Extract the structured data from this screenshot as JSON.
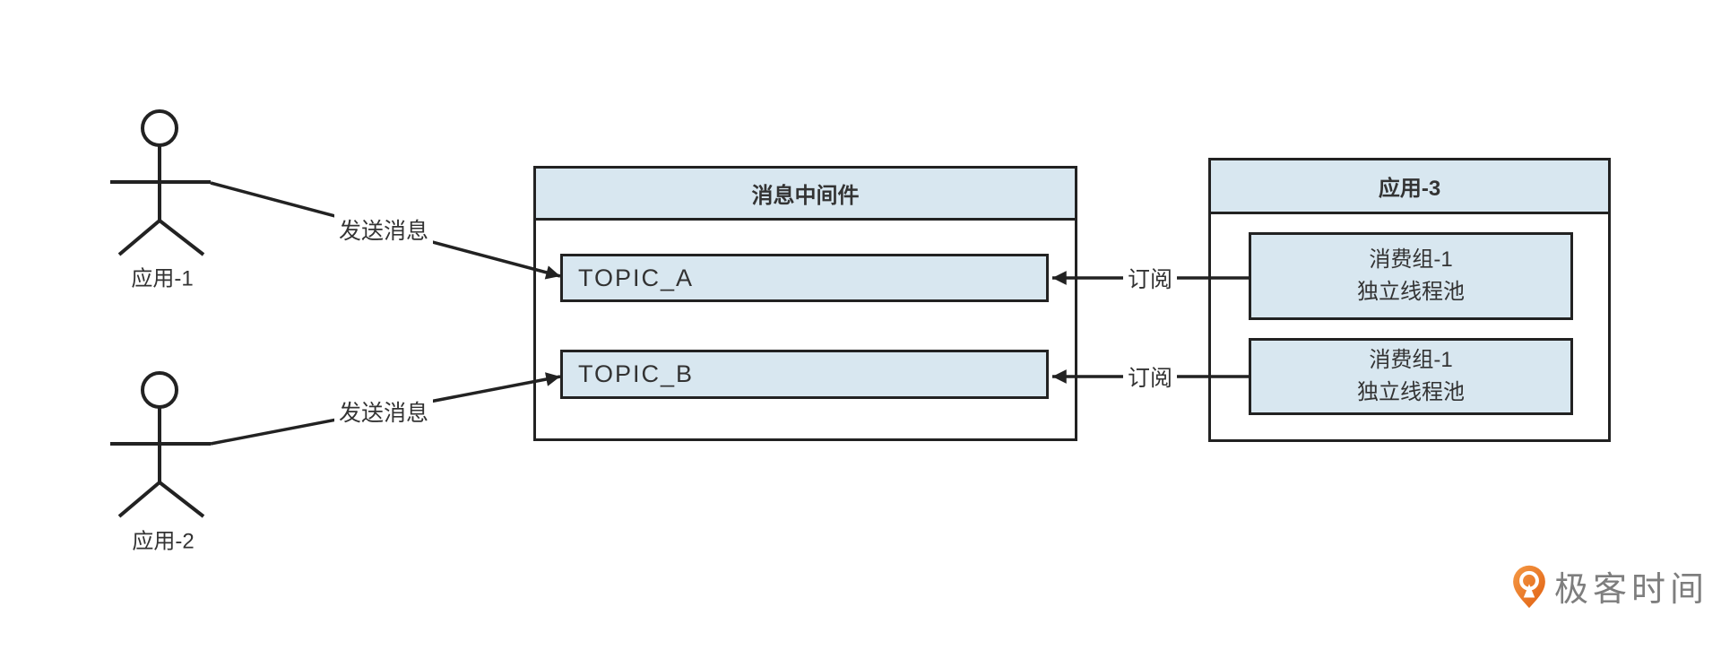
{
  "colors": {
    "fill_blue": "#d8e7f0",
    "stroke_dark": "#222222",
    "text_dark": "#333333",
    "logo_orange": "#ee7623",
    "logo_orange_dark": "#e05f10",
    "logo_gray": "#7e7e7e"
  },
  "producers": [
    {
      "label": "应用-1",
      "arrow_label": "发送消息"
    },
    {
      "label": "应用-2",
      "arrow_label": "发送消息"
    }
  ],
  "middleware": {
    "title": "消息中间件",
    "topics": [
      {
        "label": "TOPIC_A"
      },
      {
        "label": "TOPIC_B"
      }
    ]
  },
  "subscriptions": [
    {
      "label": "订阅"
    },
    {
      "label": "订阅"
    }
  ],
  "consumer_app": {
    "title": "应用-3",
    "groups": [
      {
        "line1": "消费组-1",
        "line2": "独立线程池"
      },
      {
        "line1": "消费组-1",
        "line2": "独立线程池"
      }
    ]
  },
  "logo": {
    "text": "极客时间"
  }
}
